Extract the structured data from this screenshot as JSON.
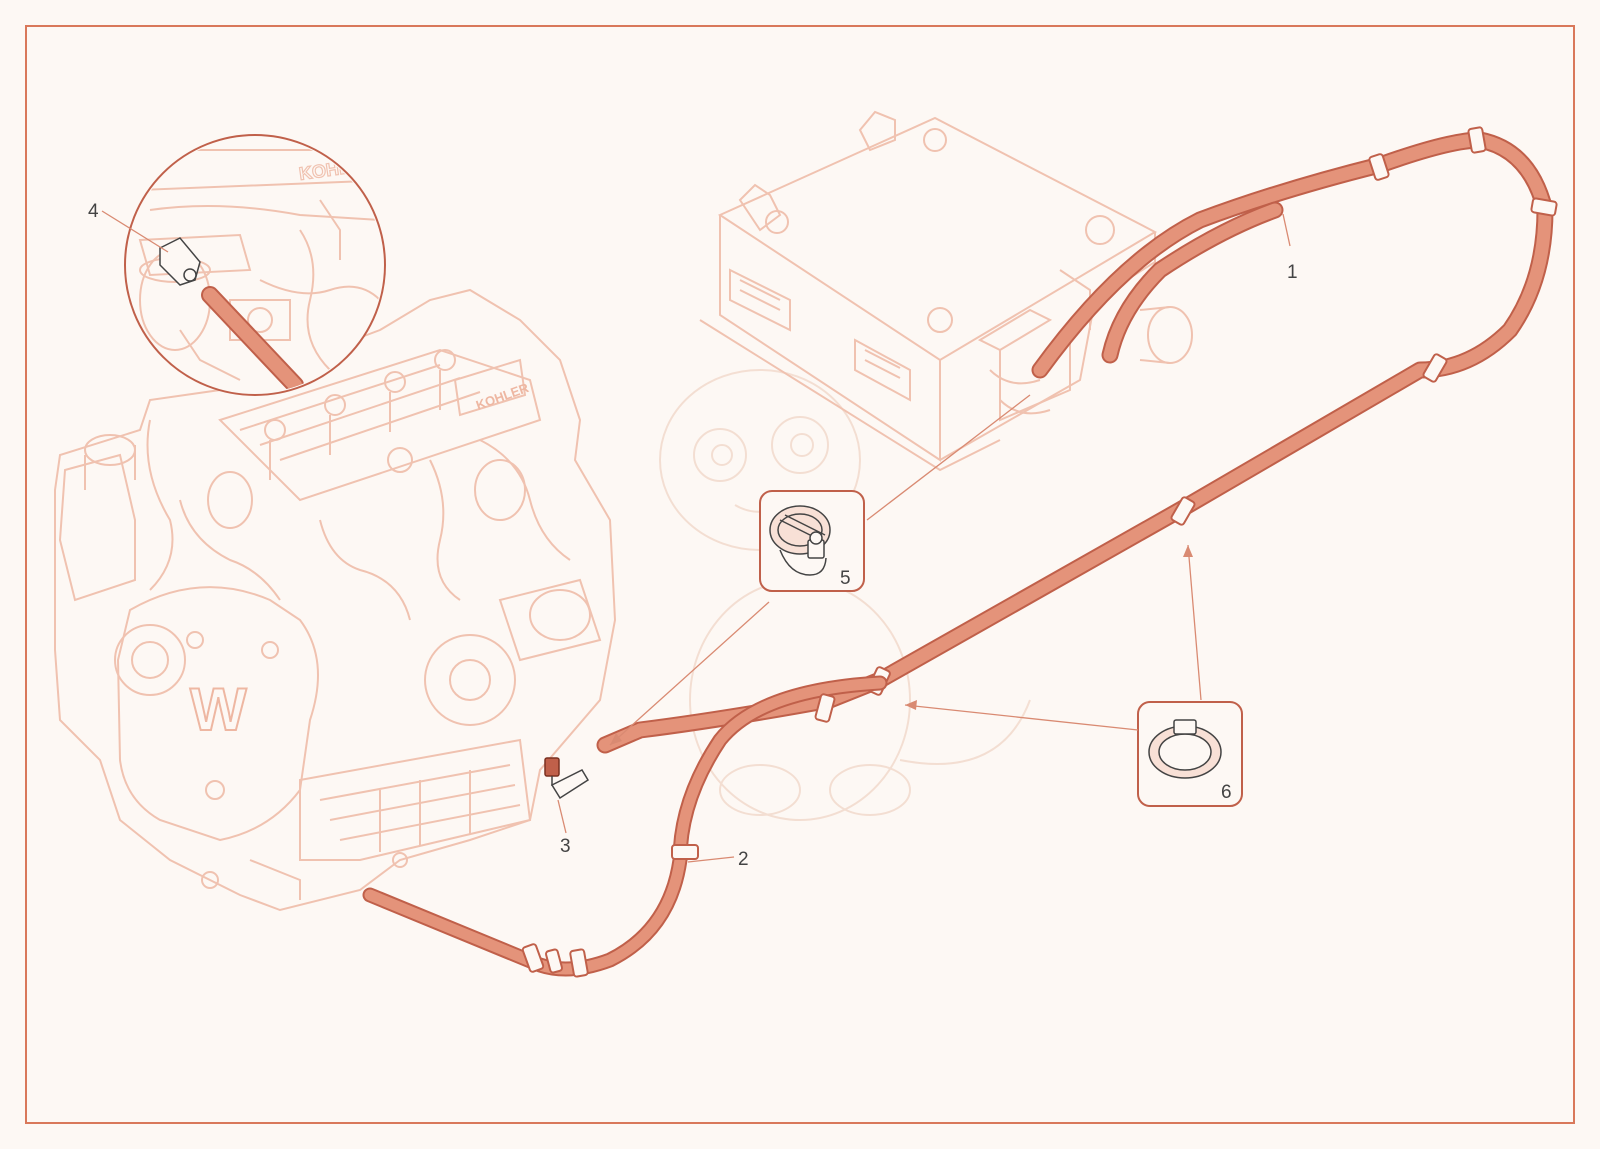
{
  "diagram": {
    "colors": {
      "background": "#fdf8f4",
      "frame": "#d9785a",
      "hose": "#e4937a",
      "hose_outline": "#c0604a",
      "faint_line": "#f1c7b5",
      "label_text": "#444444",
      "leader": "#d98a72"
    },
    "engine": {
      "brand_marking": "KOHLER",
      "logo_letter": "W"
    },
    "callouts": [
      {
        "id": "1",
        "label": "1"
      },
      {
        "id": "2",
        "label": "2"
      },
      {
        "id": "3",
        "label": "3"
      },
      {
        "id": "4",
        "label": "4"
      },
      {
        "id": "5",
        "label": "5"
      },
      {
        "id": "6",
        "label": "6"
      }
    ]
  }
}
